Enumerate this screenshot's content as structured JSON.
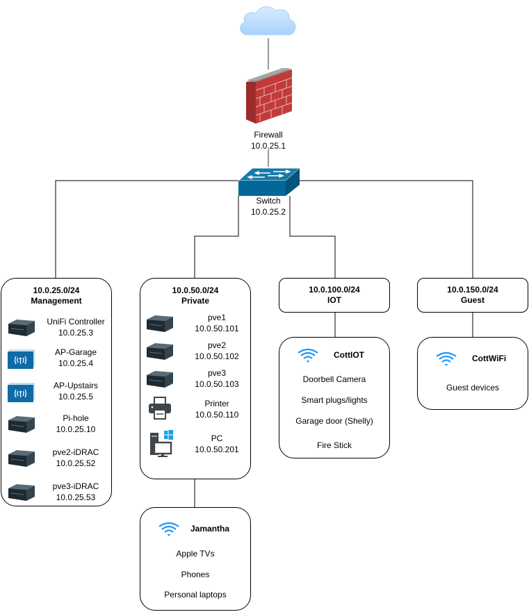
{
  "colors": {
    "line": "#000000",
    "switch_blue": "#036897",
    "wifi_blue": "#2196F3",
    "ap_blue": "#0E6BA8",
    "cloud": "#BFDFFF",
    "brick": "#B83232"
  },
  "internet": {
    "icon": "cloud-icon"
  },
  "firewall": {
    "icon": "firewall-icon",
    "name": "Firewall",
    "ip": "10.0.25.1"
  },
  "switch": {
    "icon": "switch-icon",
    "name": "Switch",
    "ip": "10.0.25.2"
  },
  "vlans": [
    {
      "subnet": "10.0.25.0/24",
      "name": "Management",
      "devices": [
        {
          "icon": "server-icon",
          "name": "UniFi Controller",
          "ip": "10.0.25.3"
        },
        {
          "icon": "access-point-icon",
          "name": "AP-Garage",
          "ip": "10.0.25.4"
        },
        {
          "icon": "access-point-icon",
          "name": "AP-Upstairs",
          "ip": "10.0.25.5"
        },
        {
          "icon": "server-icon",
          "name": "Pi-hole",
          "ip": "10.0.25.10"
        },
        {
          "icon": "server-icon",
          "name": "pve2-iDRAC",
          "ip": "10.0.25.52"
        },
        {
          "icon": "server-icon",
          "name": "pve3-iDRAC",
          "ip": "10.0.25.53"
        }
      ]
    },
    {
      "subnet": "10.0.50.0/24",
      "name": "Private",
      "devices": [
        {
          "icon": "server-icon",
          "name": "pve1",
          "ip": "10.0.50.101"
        },
        {
          "icon": "server-icon",
          "name": "pve2",
          "ip": "10.0.50.102"
        },
        {
          "icon": "server-icon",
          "name": "pve3",
          "ip": "10.0.50.103"
        },
        {
          "icon": "printer-icon",
          "name": "Printer",
          "ip": "10.0.50.110"
        },
        {
          "icon": "windows-pc-icon",
          "name": "PC",
          "ip": "10.0.50.201"
        }
      ],
      "wifi": {
        "ssid": "Jamantha",
        "clients": [
          "Apple TVs",
          "Phones",
          "Personal laptops"
        ]
      }
    },
    {
      "subnet": "10.0.100.0/24",
      "name": "IOT",
      "wifi": {
        "ssid": "CottIOT",
        "clients": [
          "Doorbell Camera",
          "Smart plugs/lights",
          "Garage door (Shelly)",
          "Fire Stick"
        ]
      }
    },
    {
      "subnet": "10.0.150.0/24",
      "name": "Guest",
      "wifi": {
        "ssid": "CottWiFi",
        "clients": [
          "Guest devices"
        ]
      }
    }
  ]
}
